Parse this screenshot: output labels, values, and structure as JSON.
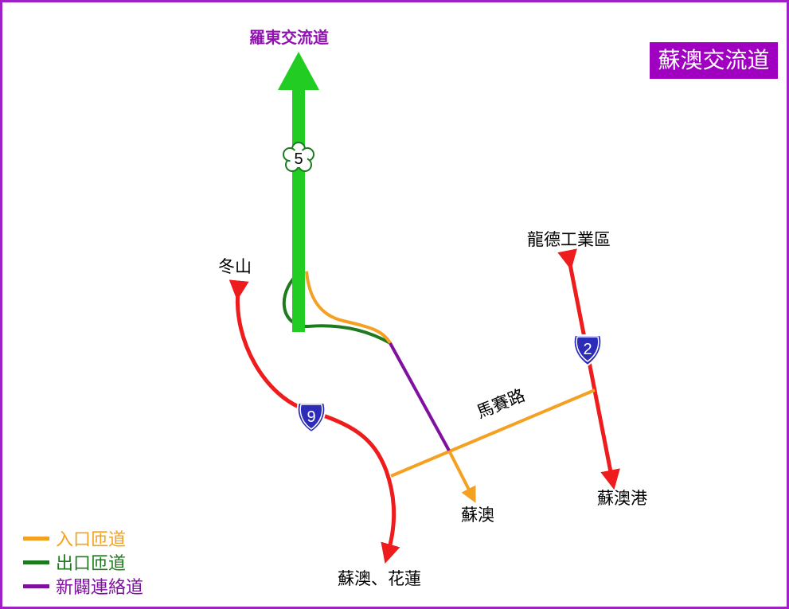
{
  "title": "蘇澳交流道",
  "colors": {
    "frame": "#a020c8",
    "title_bg": "#a000c0",
    "freeway": "#22cc22",
    "entrance": "#f4a020",
    "exit": "#1e7a1e",
    "connector": "#8010a0",
    "highway": "#ee1c1c",
    "provincial_shield": "#2c2cb8"
  },
  "destinations": {
    "north_freeway": "羅東交流道",
    "dongshan": "冬山",
    "longde": "龍德工業區",
    "suao_port": "蘇澳港",
    "suao": "蘇澳",
    "suao_hualien": "蘇澳、花蓮"
  },
  "road_names": {
    "masai": "馬賽路"
  },
  "shields": {
    "freeway": {
      "number": "5",
      "icon": "plum-blossom-shield-icon"
    },
    "route_9": {
      "number": "9",
      "icon": "provincial-highway-shield-icon"
    },
    "route_2": {
      "number": "2",
      "icon": "provincial-highway-shield-icon"
    }
  },
  "legend": [
    {
      "label": "入口匝道",
      "color": "#f4a020"
    },
    {
      "label": "出口匝道",
      "color": "#1e7a1e"
    },
    {
      "label": "新闢連絡道",
      "color": "#8010a0"
    }
  ]
}
